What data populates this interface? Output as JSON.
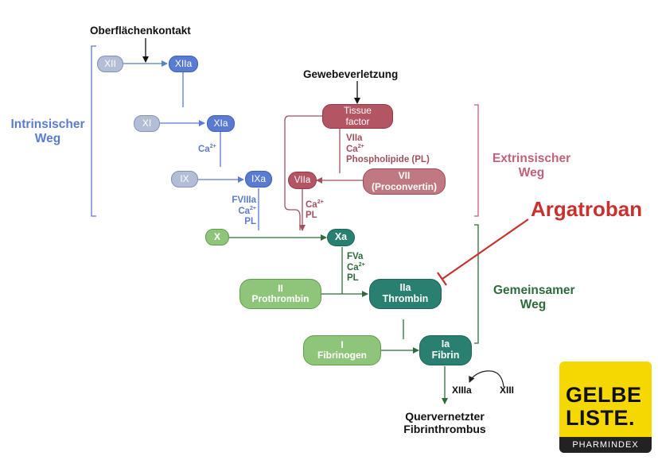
{
  "inputs": {
    "oberflaechenkontakt": "Oberflächenkontakt",
    "gewebeverletzung": "Gewebeverletzung"
  },
  "pathways": {
    "intrinsic": [
      "Intrinsischer",
      "Weg"
    ],
    "extrinsic": [
      "Extrinsischer",
      "Weg"
    ],
    "common": [
      "Gemeinsamer",
      "Weg"
    ]
  },
  "factors": {
    "xii": "XII",
    "xiia": "XIIa",
    "xi": "XI",
    "xia": "XIa",
    "ix": "IX",
    "ixa": "IXa",
    "tissue_factor": [
      "Tissue",
      "factor"
    ],
    "viia": "VIIa",
    "vii": [
      "VII",
      "(Proconvertin)"
    ],
    "x": "X",
    "xa": "Xa",
    "ii": [
      "II",
      "Prothrombin"
    ],
    "iia": [
      "IIa",
      "Thrombin"
    ],
    "i": [
      "I",
      "Fibrinogen"
    ],
    "ia": [
      "Ia",
      "Fibrin"
    ],
    "xiiia": "XIIIa",
    "xiii": "XIII"
  },
  "cofactors": {
    "ca_xia_ix": "Ca",
    "fviiia_group": [
      "FVIIIa",
      "Ca",
      "PL"
    ],
    "tissue_group": [
      "VIIa",
      "Ca",
      "Phospholipide (PL)"
    ],
    "viia_group": [
      "Ca",
      "PL"
    ],
    "fva_group": [
      "FVa",
      "Ca",
      "PL"
    ],
    "ca_superscript": "2+"
  },
  "drug": "Argatroban",
  "output": [
    "Quervernetzter",
    "Fibrinthrombus"
  ],
  "logo": {
    "line1": "GELBE",
    "line2": "LISTE.",
    "subtitle": "PHARMINDEX"
  },
  "colors": {
    "intrinsic": "#5b7bd1",
    "extrinsic": "#b45563",
    "common": "#2a8070",
    "inhibitor": "#c8322e",
    "logo_bg": "#f5d800"
  }
}
